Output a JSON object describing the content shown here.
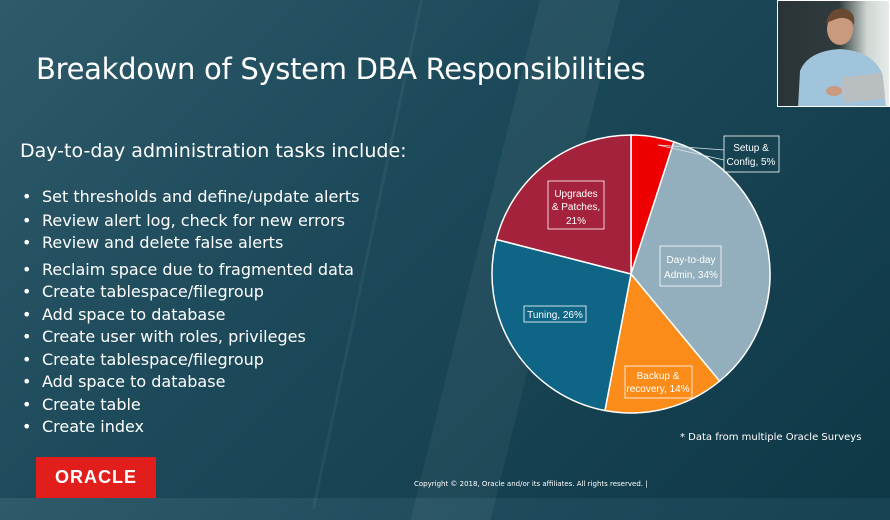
{
  "slide": {
    "title": "Breakdown of System DBA Responsibilities",
    "subtitle": "Day-to-day administration tasks include:",
    "tasks": [
      "Set thresholds and define/update alerts",
      "Review alert log, check for new errors",
      "Review and delete false alerts",
      "Reclaim space due to fragmented data",
      "Create tablespace/filegroup",
      "Add space to database",
      "Create user with roles, privileges",
      "Create tablespace/filegroup",
      "Add space to database",
      "Create table",
      "Create index"
    ],
    "note": "* Data from multiple Oracle Surveys",
    "logo": "ORACLE",
    "copyright": "Copyright © 2018, Oracle and/or its affiliates. All rights reserved. |"
  },
  "chart_data": {
    "type": "pie",
    "title": "Breakdown of System DBA Responsibilities",
    "categories": [
      "Setup & Config",
      "Day-to-day Admin",
      "Backup & recovery",
      "Tuning",
      "Upgrades & Patches"
    ],
    "values": [
      5,
      34,
      14,
      26,
      21
    ],
    "unit": "%",
    "colors": [
      "#ee0000",
      "#93aebd",
      "#fb8c1a",
      "#0e6585",
      "#a5223d"
    ],
    "labels": [
      [
        "Setup &",
        "Config, 5%"
      ],
      [
        "Day-to-day",
        "Admin, 34%"
      ],
      [
        "Backup &",
        "recovery, 14%"
      ],
      [
        "Tuning, 26%"
      ],
      [
        "Upgrades",
        "& Patches,",
        "21%"
      ]
    ],
    "start_angle": "12 o'clock, clockwise",
    "legend": "none (data labels)"
  }
}
